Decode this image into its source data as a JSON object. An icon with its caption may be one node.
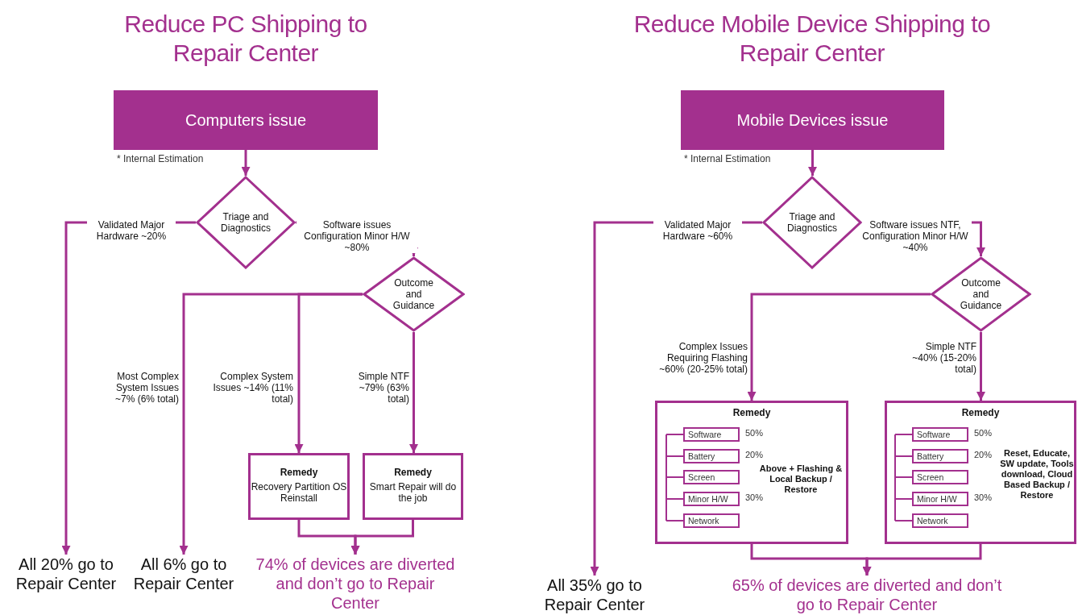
{
  "diagram": {
    "nodes": [
      {
        "text": [
          "Computers issue"
        ],
        "beside": [
          "* Internal Estimation"
        ]
      },
      {
        "text": [
          "Triage and Diagnostics"
        ]
      },
      {
        "text": [
          "Outcome and Guidance"
        ]
      },
      {
        "text": [
          "Remedy",
          "Recovery Partition OS Reinstall"
        ]
      },
      {
        "text": [
          "Remedy",
          "Smart Repair will do the job"
        ]
      },
      {
        "text": [
          "All 20% go to Repair Center"
        ]
      },
      {
        "text": [
          "All 6% go to Repair Center"
        ]
      },
      {
        "text": [
          "74% of devices are diverted and don’t go to Repair Center"
        ]
      },
      {
        "text": [
          "Mobile Devices issue"
        ],
        "beside": [
          "* Internal Estimation"
        ]
      },
      {
        "text": [
          "Triage and Diagnostics"
        ]
      },
      {
        "text": [
          "Outcome and Guidance"
        ]
      },
      {
        "text": [
          "Remedy",
          "Above + Flashing & Local Backup / Restore"
        ]
      },
      {
        "text": [
          "Software"
        ],
        "in": 11,
        "beside": [
          "50%"
        ]
      },
      {
        "text": [
          "Battery"
        ],
        "in": 11,
        "beside": [
          "20%"
        ]
      },
      {
        "text": [
          "Screen"
        ],
        "in": 11
      },
      {
        "text": [
          "Minor H/W"
        ],
        "in": 11,
        "beside": [
          "30%"
        ]
      },
      {
        "text": [
          "Network"
        ],
        "in": 11
      },
      {
        "text": [
          "Remedy",
          "Reset, Educate, SW update, Tools download, Cloud Based Backup / Restore"
        ]
      },
      {
        "text": [
          "Software"
        ],
        "in": 17,
        "beside": [
          "50%"
        ]
      },
      {
        "text": [
          "Battery"
        ],
        "in": 17,
        "beside": [
          "20%"
        ]
      },
      {
        "text": [
          "Screen"
        ],
        "in": 17
      },
      {
        "text": [
          "Minor H/W"
        ],
        "in": 17,
        "beside": [
          "30%"
        ]
      },
      {
        "text": [
          "Network"
        ],
        "in": 17
      },
      {
        "text": [
          "All 35% go to Repair Center"
        ]
      },
      {
        "text": [
          "65% of devices are diverted and don’t go to Repair Center"
        ]
      }
    ],
    "edges": [
      {
        "from": 0,
        "to": 1,
        "arrow": "to"
      },
      {
        "from": 1,
        "to": 5,
        "arrow": "to",
        "label": "Validated Major Hardware ~20%"
      },
      {
        "from": 1,
        "to": 2,
        "arrow": "to",
        "label": "Software issues Configuration Minor H/W ~80%"
      },
      {
        "from": 2,
        "to": 6,
        "arrow": "to",
        "label": "Most Complex System Issues ~7% (6% total)"
      },
      {
        "from": 2,
        "to": 3,
        "arrow": "to",
        "label": "Complex System Issues ~14% (11% total)"
      },
      {
        "from": 2,
        "to": 4,
        "arrow": "to",
        "label": "Simple NTF ~79% (63% total)"
      },
      {
        "from": 3,
        "to": 7,
        "arrow": "to"
      },
      {
        "from": 4,
        "to": 7,
        "arrow": "to"
      },
      {
        "from": 8,
        "to": 9,
        "arrow": "to"
      },
      {
        "from": 9,
        "to": 23,
        "arrow": "to",
        "label": "Validated Major Hardware ~60%"
      },
      {
        "from": 9,
        "to": 10,
        "arrow": "to",
        "label": "Software issues NTF, Configuration Minor H/W ~40%"
      },
      {
        "from": 10,
        "to": 11,
        "arrow": "to",
        "label": "Complex Issues Requiring Flashing ~60% (20-25% total)"
      },
      {
        "from": 10,
        "to": 17,
        "arrow": "to",
        "label": "Simple NTF ~40% (15-20% total)"
      },
      {
        "from": 11,
        "to": 24,
        "arrow": "to"
      },
      {
        "from": 17,
        "to": 24,
        "arrow": "to"
      }
    ],
    "labels": [
      "Reduce PC Shipping to Repair Center",
      "Reduce Mobile Device Shipping to Repair Center"
    ]
  }
}
